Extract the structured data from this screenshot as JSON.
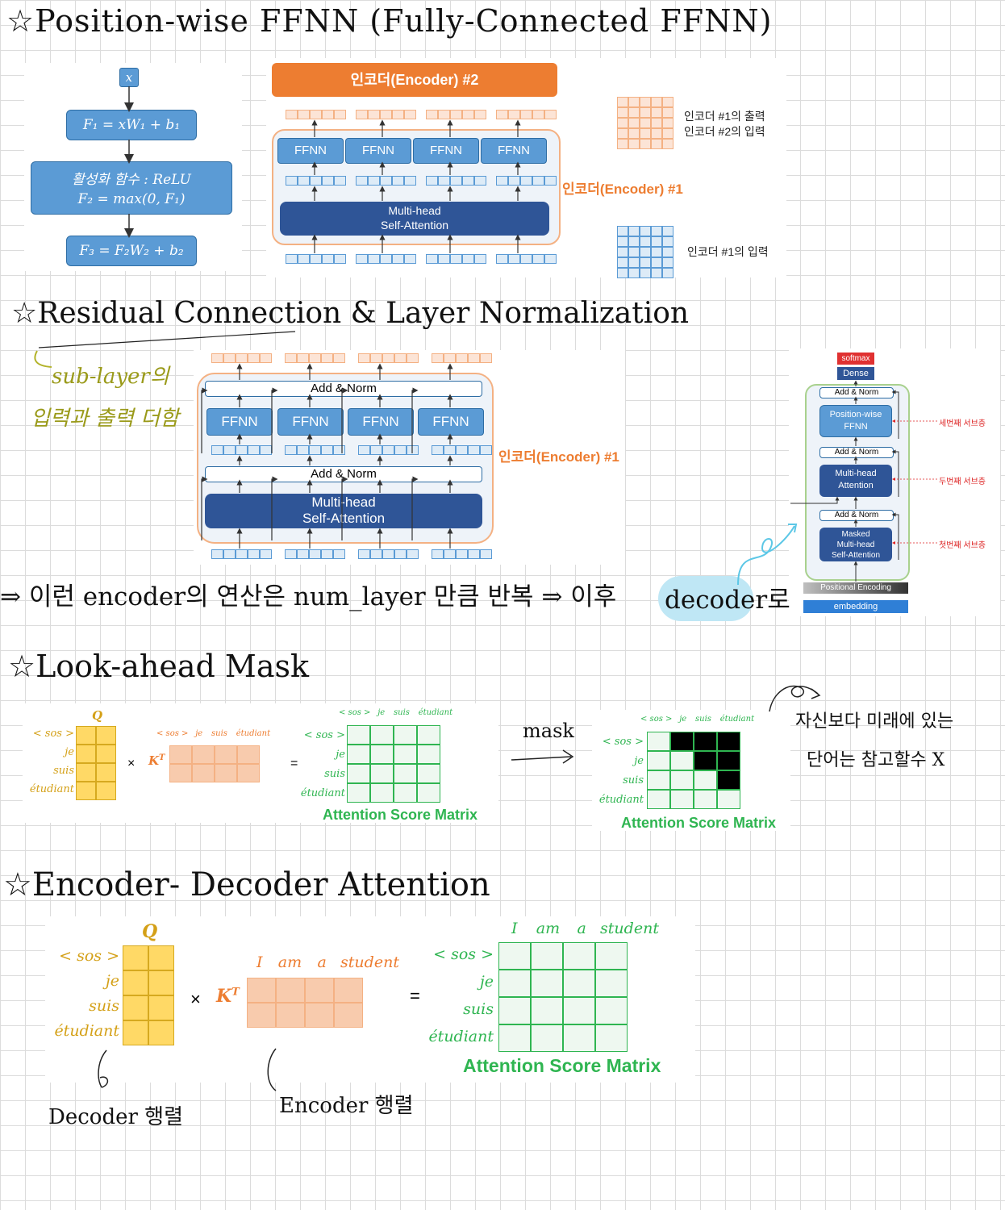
{
  "titles": {
    "ffnn": "☆Position-wise FFNN (Fully-Connected FFNN)",
    "residual": "☆Residual Connection & Layer Normalization",
    "mask": "☆Look-ahead Mask",
    "encdec": "☆Encoder- Decoder Attention"
  },
  "ffnn_formula": {
    "x": "x",
    "f1": "F₁ = xW₁ + b₁",
    "act_title": "활성화 함수 : ReLU",
    "act_formula": "F₂ = max(0, F₁)",
    "f3": "F₃ = F₂W₂ + b₂"
  },
  "encoder_top": {
    "title": "인코더(Encoder) #2",
    "ffnn_labels": [
      "FFNN",
      "FFNN",
      "FFNN",
      "FFNN"
    ],
    "attn_line1": "Multi-head",
    "attn_line2": "Self-Attention",
    "label": "인코더(Encoder) #1",
    "legend_out_1": "인코더 #1의 출력",
    "legend_out_2": "인코더 #2의 입력",
    "legend_in": "인코더 #1의 입력"
  },
  "residual": {
    "note_1": "sub-layer의",
    "note_2": "입력과 출력 더함",
    "addnorm": "Add & Norm",
    "ffnn_labels": [
      "FFNN",
      "FFNN",
      "FFNN",
      "FFNN"
    ],
    "attn_line1": "Multi-head",
    "attn_line2": "Self-Attention",
    "label": "인코더(Encoder) #1",
    "repeat_note": "⇒ 이런 encoder의 연산은 num_layer 만큼 반복 ⇒ 이후",
    "decoder_word": "decoder로"
  },
  "decoder": {
    "softmax": "softmax",
    "dense": "Dense",
    "addnorm": "Add & Norm",
    "ffnn_1": "Position-wise",
    "ffnn_2": "FFNN",
    "mha_1": "Multi-head",
    "mha_2": "Attention",
    "masked_1": "Masked",
    "masked_2": "Multi-head",
    "masked_3": "Self-Attention",
    "pos_enc": "Positional Encoding",
    "embedding": "embedding",
    "sub3": "세번째 서브층",
    "sub2": "두번째 서브층",
    "sub1": "첫번째 서브층"
  },
  "mask": {
    "q": "Q",
    "kt": "K",
    "kt_sup": "T",
    "rows": [
      "< sos >",
      "je",
      "suis",
      "étudiant"
    ],
    "cols": [
      "< sos >",
      "je",
      "suis",
      "étudiant"
    ],
    "times": "×",
    "equals": "=",
    "asm": "Attention Score Matrix",
    "mask_word": "mask",
    "note_1": "자신보다 미래에 있는",
    "note_2": "단어는 참고할수 X",
    "masked_cells": [
      [
        1,
        2,
        3
      ],
      [
        2,
        3
      ],
      [
        3
      ],
      []
    ]
  },
  "encdec": {
    "q": "Q",
    "kt": "K",
    "kt_sup": "T",
    "rows": [
      "< sos >",
      "je",
      "suis",
      "étudiant"
    ],
    "cols": [
      "I",
      "am",
      "a",
      "student"
    ],
    "times": "×",
    "equals": "=",
    "asm": "Attention Score Matrix",
    "dec_note": "Decoder 행렬",
    "enc_note": "Encoder 행렬"
  },
  "colors": {
    "orange": "#ed7d31",
    "blue": "#5b9bd5",
    "dark_blue": "#2f5597",
    "green": "#2fb551",
    "gold": "#ffd966"
  }
}
